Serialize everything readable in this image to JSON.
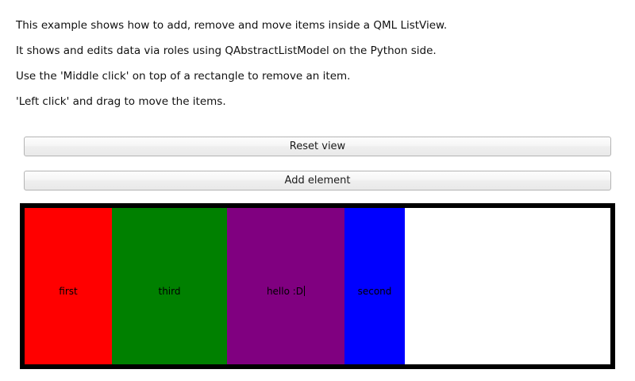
{
  "intro": {
    "lines": [
      "This example shows how to add, remove and move items inside a QML ListView.",
      "It shows and edits data via roles using QAbstractListModel on the Python side.",
      "Use the 'Middle click' on top of a rectangle to remove an item.",
      "'Left click' and drag to move the items."
    ]
  },
  "buttons": {
    "reset_label": "Reset view",
    "add_label": "Add element"
  },
  "listview": {
    "border_color": "#000000",
    "background_color": "#ffffff",
    "items": [
      {
        "name": "first",
        "color": "#ff0000",
        "width": 110,
        "editing": false
      },
      {
        "name": "third",
        "color": "#008000",
        "width": 145,
        "editing": false
      },
      {
        "name": "hello :D",
        "color": "#800080",
        "width": 148,
        "editing": true
      },
      {
        "name": "second",
        "color": "#0000ff",
        "width": 76,
        "editing": false
      }
    ]
  }
}
